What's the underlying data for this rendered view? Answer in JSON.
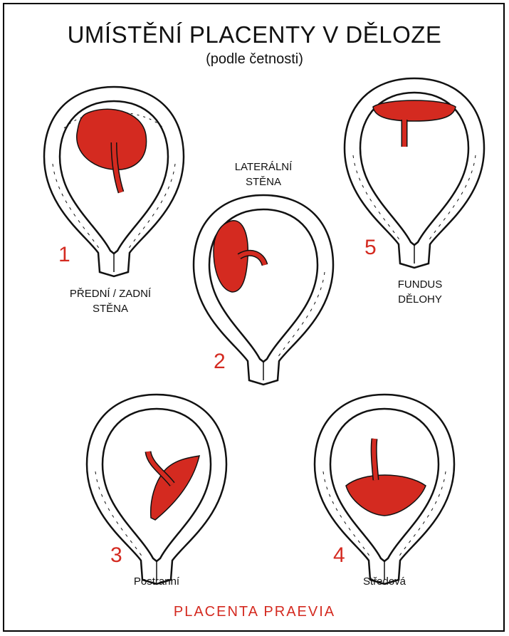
{
  "title": "UMÍSTĚNÍ PLACENTY V DĚLOZE",
  "subtitle": "(podle četnosti)",
  "footer": "PLACENTA PRAEVIA",
  "accent_color": "#d42a20",
  "items": [
    {
      "number": "1",
      "label_line1": "PŘEDNÍ / ZADNÍ",
      "label_line2": "STĚNA"
    },
    {
      "number": "2",
      "label_line1": "LATERÁLNÍ",
      "label_line2": "STĚNA"
    },
    {
      "number": "3",
      "label_line1": "Postranní",
      "label_line2": ""
    },
    {
      "number": "4",
      "label_line1": "Středová",
      "label_line2": ""
    },
    {
      "number": "5",
      "label_line1": "FUNDUS",
      "label_line2": "DĚLOHY"
    }
  ]
}
